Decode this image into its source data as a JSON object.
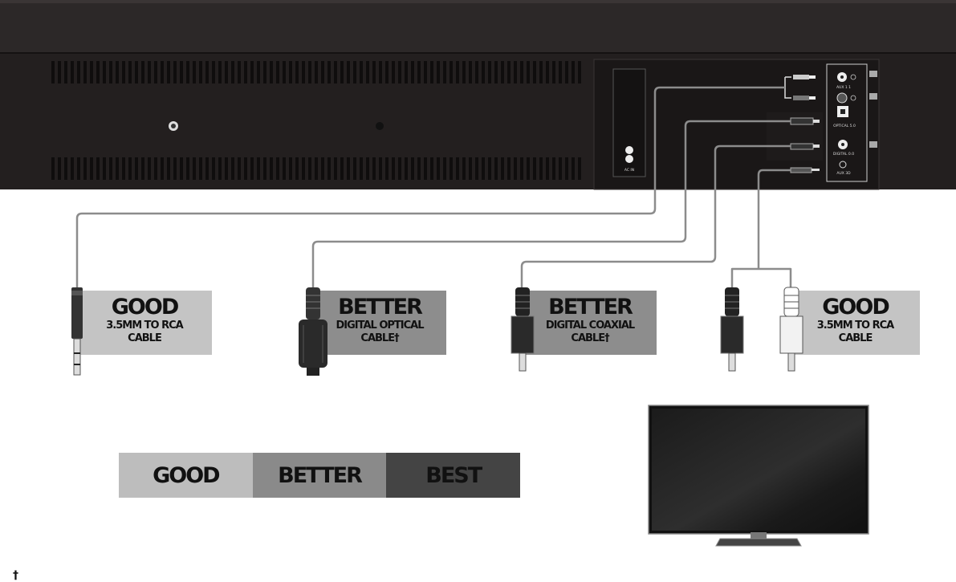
{
  "connections": [
    {
      "rating": "GOOD",
      "cable": "3.5MM TO RCA",
      "cable2": "CABLE"
    },
    {
      "rating": "BETTER",
      "cable": "DIGITAL OPTICAL",
      "cable2": "CABLE†"
    },
    {
      "rating": "BETTER",
      "cable": "DIGITAL COAXIAL",
      "cable2": "CABLE†"
    },
    {
      "rating": "GOOD",
      "cable": "3.5MM TO RCA",
      "cable2": "CABLE"
    }
  ],
  "scale": {
    "good": "GOOD",
    "better": "BETTER",
    "best": "BEST"
  },
  "ports": {
    "aux1": "AUX 1 1",
    "optical": "OPTICAL 5.0",
    "coaxial": "DIGITAL 0.0",
    "aux2": "AUX 3D",
    "ac": "AC IN"
  },
  "footnote": "†",
  "colors": {
    "good": "#bdbdbd",
    "better": "#8a8a8a",
    "best": "#444444",
    "device": "#2a2727"
  }
}
